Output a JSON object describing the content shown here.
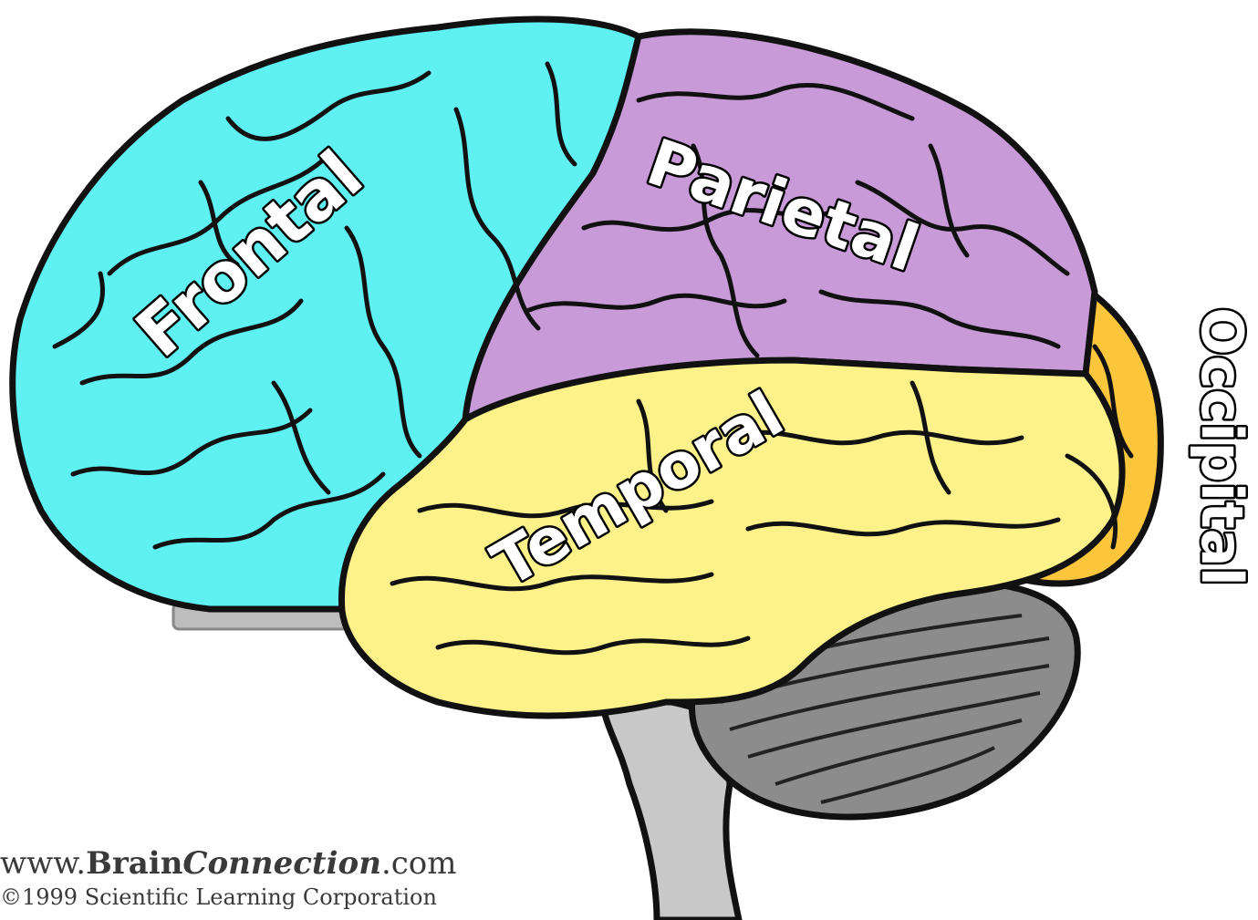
{
  "lobes": {
    "frontal": {
      "label": "Frontal",
      "color": "#5ff0f2"
    },
    "parietal": {
      "label": "Parietal",
      "color": "#c89ad8"
    },
    "temporal": {
      "label": "Temporal",
      "color": "#fdf28a"
    },
    "occipital": {
      "label": "Occipital",
      "color": "#fbc63c"
    }
  },
  "other_structures": {
    "cerebellum": {
      "color": "#8c8c8c"
    },
    "brainstem": {
      "color": "#c8c8c8"
    }
  },
  "credit": {
    "site_prefix": "www.",
    "site_brain": "Brain",
    "site_connection": "Connection",
    "site_suffix": ".com",
    "copyright": "©1999 Scientific Learning Corporation"
  }
}
